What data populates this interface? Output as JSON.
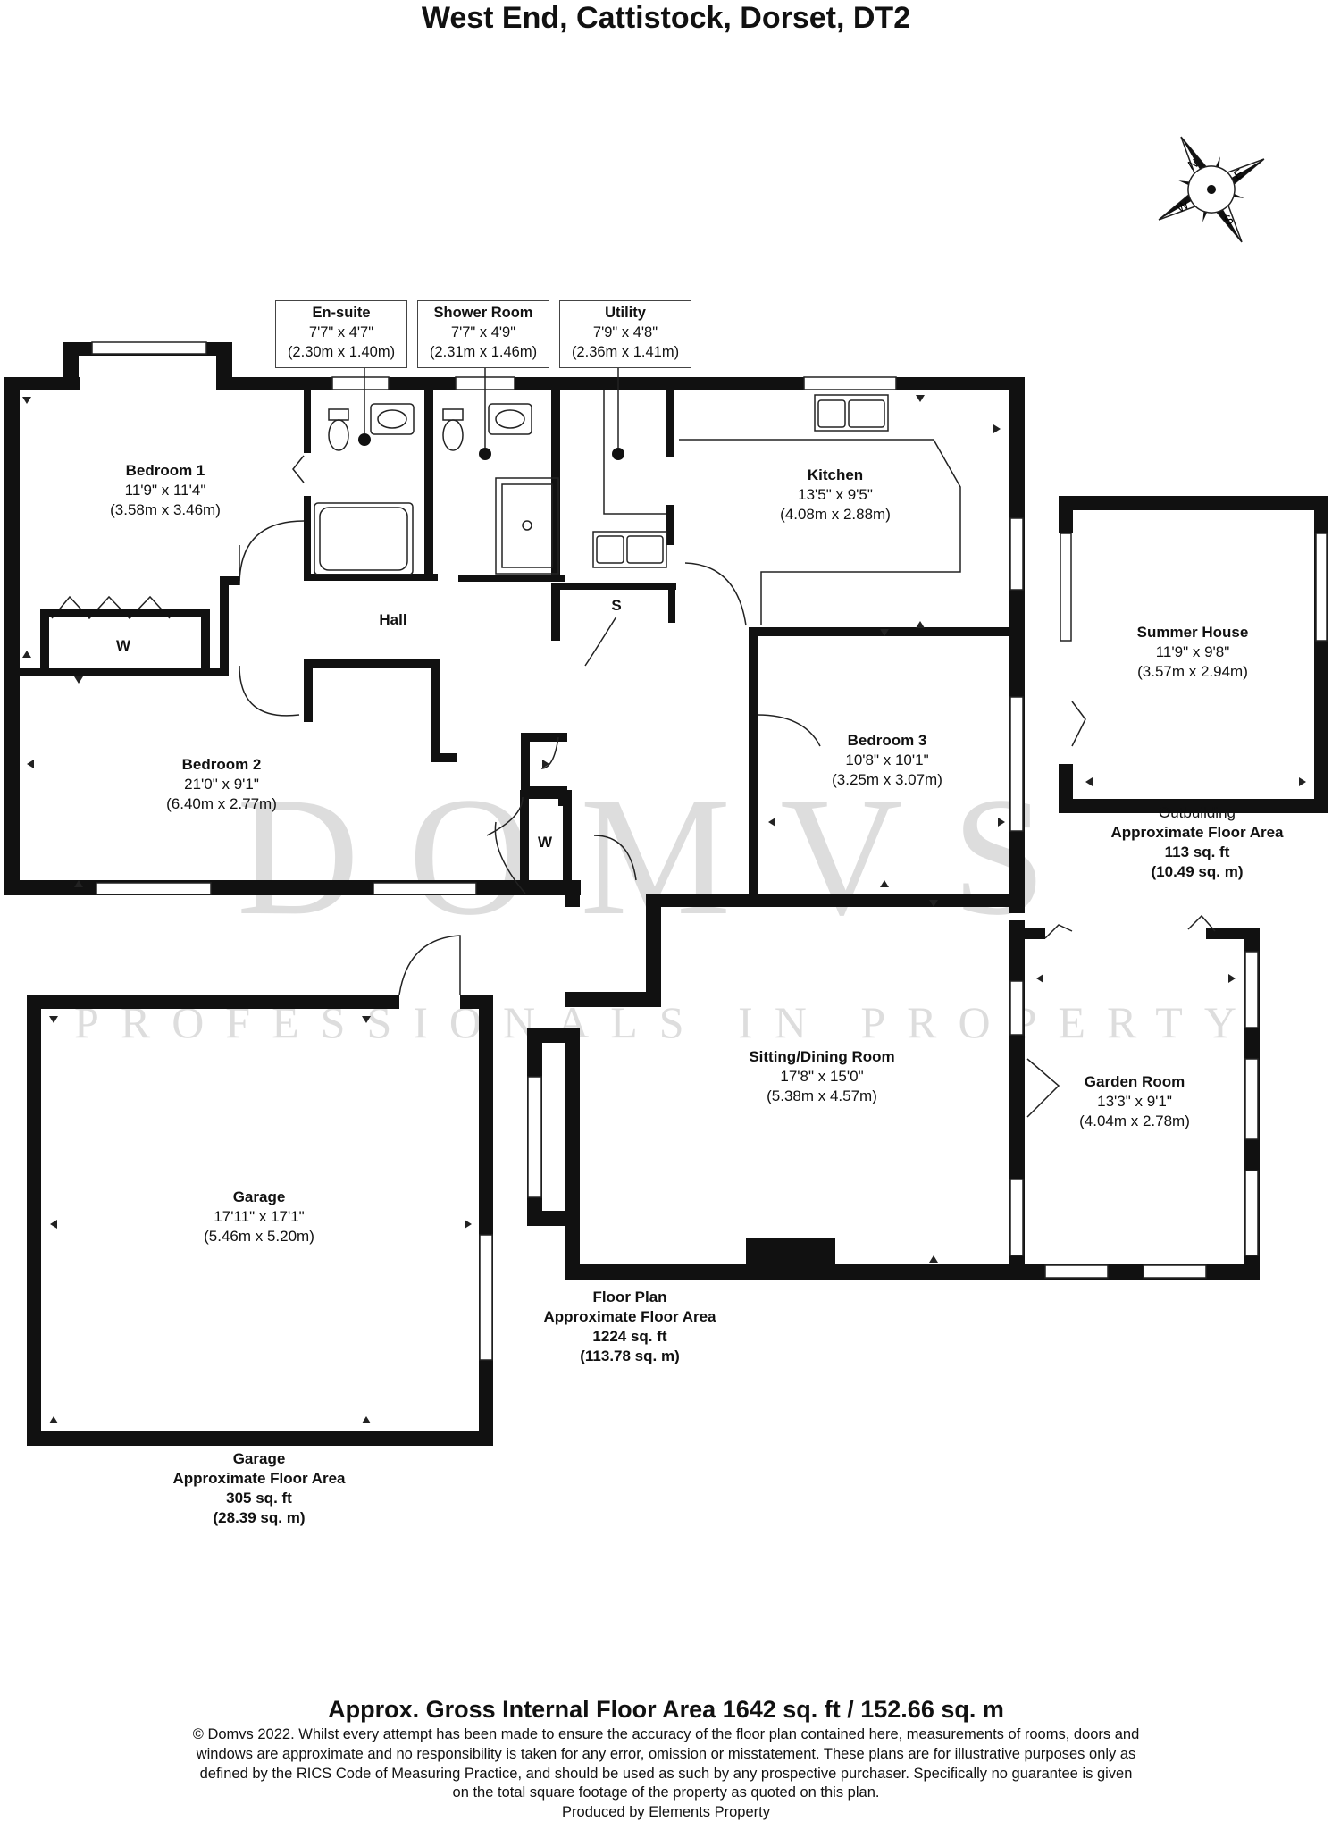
{
  "title": "West End, Cattistock, Dorset, DT2",
  "watermark": {
    "brand": "DOMVS",
    "tagline": "PROFESSIONALS IN PROPERTY"
  },
  "compass": {
    "n": "N",
    "e": "E",
    "s": "S",
    "w": "W"
  },
  "callouts": {
    "ensuite": {
      "name": "En-suite",
      "imperial": "7'7\" x 4'7\"",
      "metric": "(2.30m x 1.40m)"
    },
    "shower": {
      "name": "Shower Room",
      "imperial": "7'7\" x 4'9\"",
      "metric": "(2.31m x 1.46m)"
    },
    "utility": {
      "name": "Utility",
      "imperial": "7'9\" x 4'8\"",
      "metric": "(2.36m x 1.41m)"
    }
  },
  "rooms": {
    "bedroom1": {
      "name": "Bedroom 1",
      "imperial": "11'9\" x 11'4\"",
      "metric": "(3.58m x 3.46m)"
    },
    "kitchen": {
      "name": "Kitchen",
      "imperial": "13'5\" x 9'5\"",
      "metric": "(4.08m x 2.88m)"
    },
    "summer_house": {
      "name": "Summer House",
      "imperial": "11'9\" x 9'8\"",
      "metric": "(3.57m x 2.94m)"
    },
    "bedroom2": {
      "name": "Bedroom 2",
      "imperial": "21'0\" x 9'1\"",
      "metric": "(6.40m x 2.77m)"
    },
    "bedroom3": {
      "name": "Bedroom 3",
      "imperial": "10'8\" x 10'1\"",
      "metric": "(3.25m x 3.07m)"
    },
    "sitting": {
      "name": "Sitting/Dining Room",
      "imperial": "17'8\" x 15'0\"",
      "metric": "(5.38m x 4.57m)"
    },
    "garden_room": {
      "name": "Garden Room",
      "imperial": "13'3\" x 9'1\"",
      "metric": "(4.04m x 2.78m)"
    },
    "garage": {
      "name": "Garage",
      "imperial": "17'11\" x 17'1\"",
      "metric": "(5.46m x 5.20m)"
    }
  },
  "labels": {
    "hall": "Hall",
    "store": "S",
    "wardrobe": "W"
  },
  "areas": {
    "outbuilding": {
      "line1": "Outbuilding",
      "line2": "Approximate Floor Area",
      "line3": "113 sq. ft",
      "line4": "(10.49 sq. m)"
    },
    "floor_plan": {
      "line1": "Floor Plan",
      "line2": "Approximate Floor Area",
      "line3": "1224 sq. ft",
      "line4": "(113.78 sq. m)"
    },
    "garage": {
      "line1": "Garage",
      "line2": "Approximate Floor Area",
      "line3": "305 sq. ft",
      "line4": "(28.39 sq. m)"
    }
  },
  "footer": {
    "gross": "Approx. Gross Internal Floor Area 1642 sq. ft / 152.66 sq. m",
    "disclaimer": "© Domvs 2022. Whilst every attempt has been made to ensure the accuracy of the floor plan contained here, measurements of rooms, doors and windows are approximate and no responsibility is taken for any error, omission or misstatement. These plans are for illustrative purposes only as defined by the RICS Code of Measuring Practice, and should be used as such by any prospective purchaser. Specifically no guarantee is given on the total square footage of the property as quoted on this plan.",
    "produced_by": "Produced by Elements Property"
  }
}
